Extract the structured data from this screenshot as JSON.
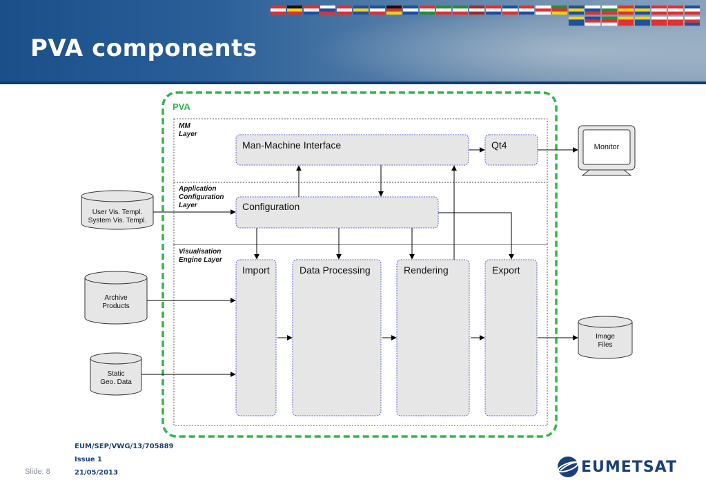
{
  "slide": {
    "title": "PVA components",
    "slide_label": "Slide: 8"
  },
  "footer": {
    "doc_ref": "EUM/SEP/VWG/13/705889",
    "issue": "Issue 1",
    "date": "21/05/2013"
  },
  "logo": {
    "text": "EUMETSAT"
  },
  "diagram": {
    "container_label": "PVA",
    "layers": {
      "mm": [
        "MM",
        "Layer"
      ],
      "config": [
        "Application",
        "Configuration",
        "Layer"
      ],
      "engine": [
        "Visualisation",
        "Engine Layer"
      ]
    },
    "boxes": {
      "mmi": "Man-Machine Interface",
      "qt4": "Qt4",
      "configuration": "Configuration",
      "import": "Import",
      "data_processing": "Data Processing",
      "rendering": "Rendering",
      "export": "Export"
    },
    "external": {
      "templates": [
        "User Vis. Templ.",
        "System Vis. Templ."
      ],
      "archive": [
        "Archive",
        "Products"
      ],
      "static_geo": [
        "Static",
        "Geo. Data"
      ],
      "monitor": "Monitor",
      "image_files": [
        "Image",
        "Files"
      ]
    }
  },
  "colors": {
    "banner": "#1a4f8a",
    "dashed_border": "#2fb84a",
    "pva_label": "#2fb84a",
    "box_fill": "#e6e6e6",
    "box_border": "#5a66c8",
    "footer_text": "#1a3f7a"
  }
}
